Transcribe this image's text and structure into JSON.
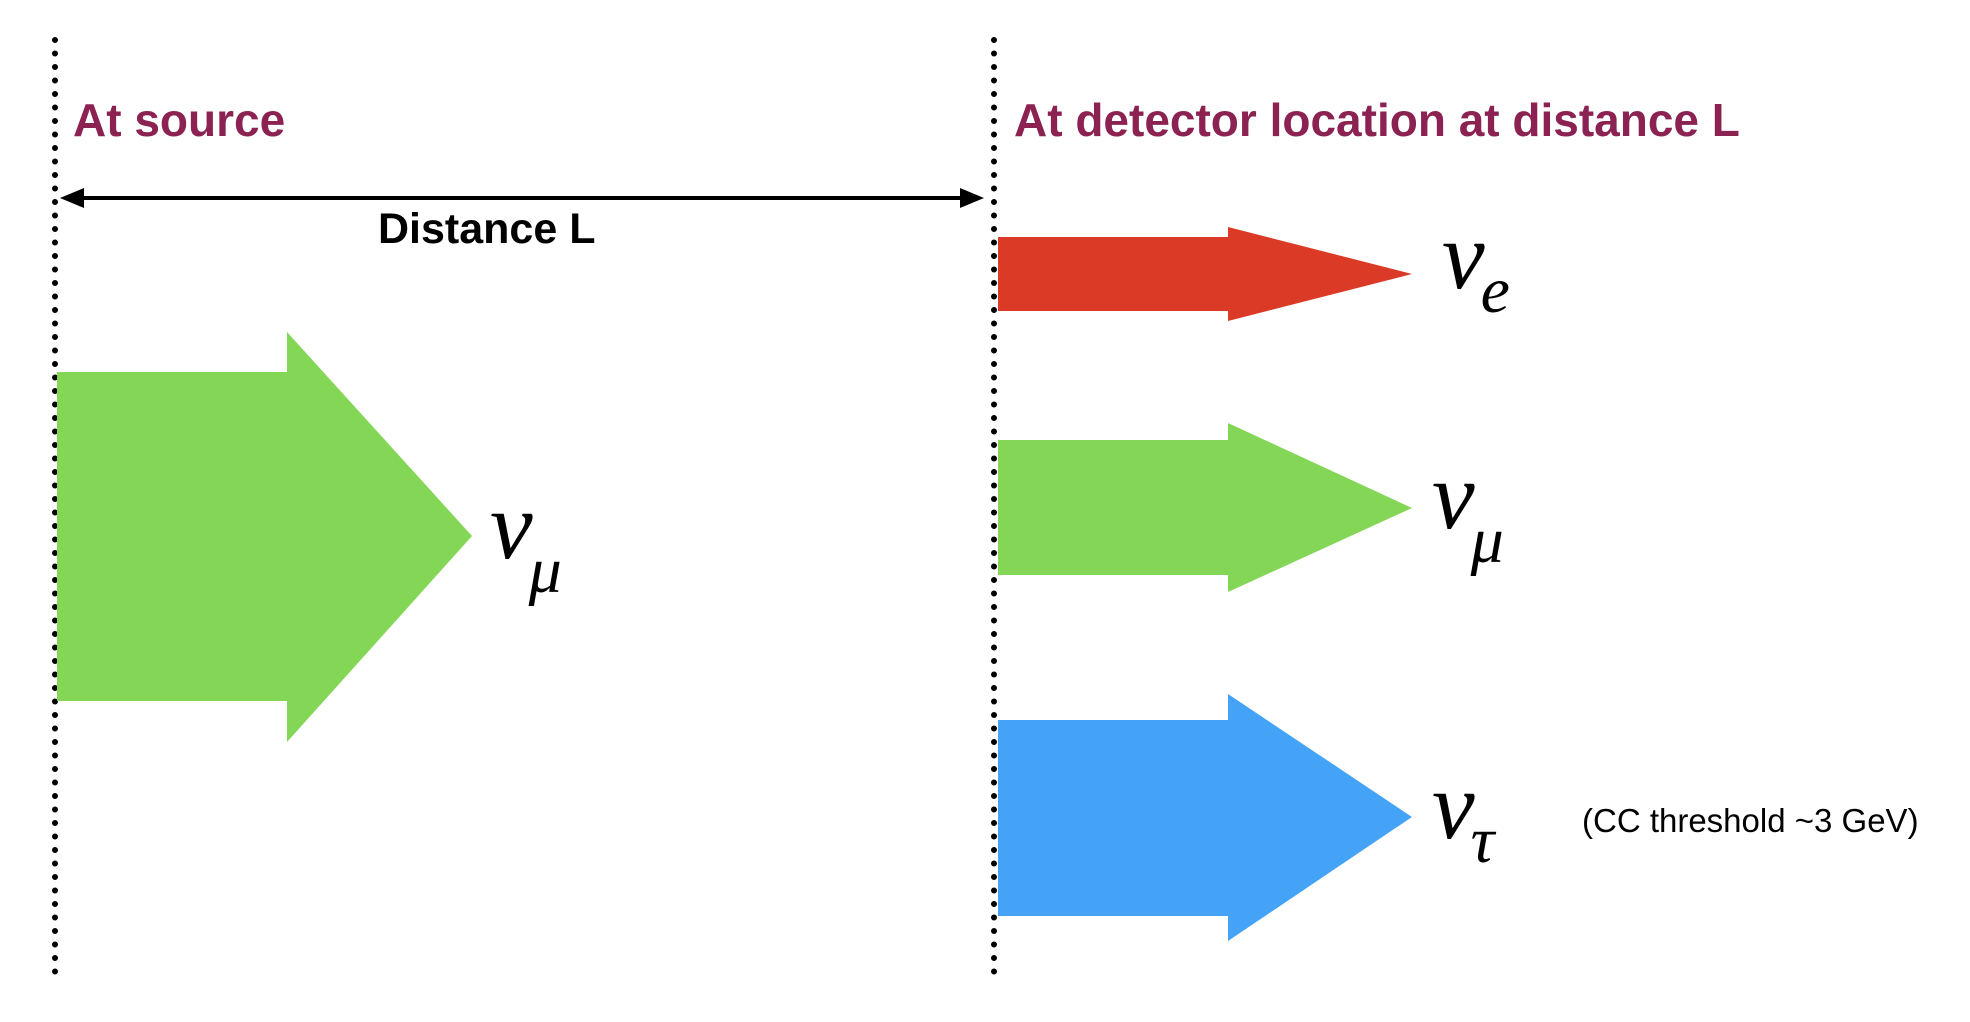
{
  "colors": {
    "heading": "#8b2252",
    "electron": "#db3a27",
    "muon": "#84d656",
    "tau": "#45a3f7",
    "line": "#000000"
  },
  "labels": {
    "source_heading": "At source",
    "detector_heading": "At detector location at distance L",
    "distance": "Distance L",
    "cc_threshold": "(CC threshold ~3 GeV)"
  },
  "neutrinos": {
    "source": {
      "symbol": "ν",
      "subscript": "μ"
    },
    "electron": {
      "symbol": "ν",
      "subscript": "e"
    },
    "muon": {
      "symbol": "ν",
      "subscript": "μ"
    },
    "tau": {
      "symbol": "ν",
      "subscript": "τ"
    }
  }
}
